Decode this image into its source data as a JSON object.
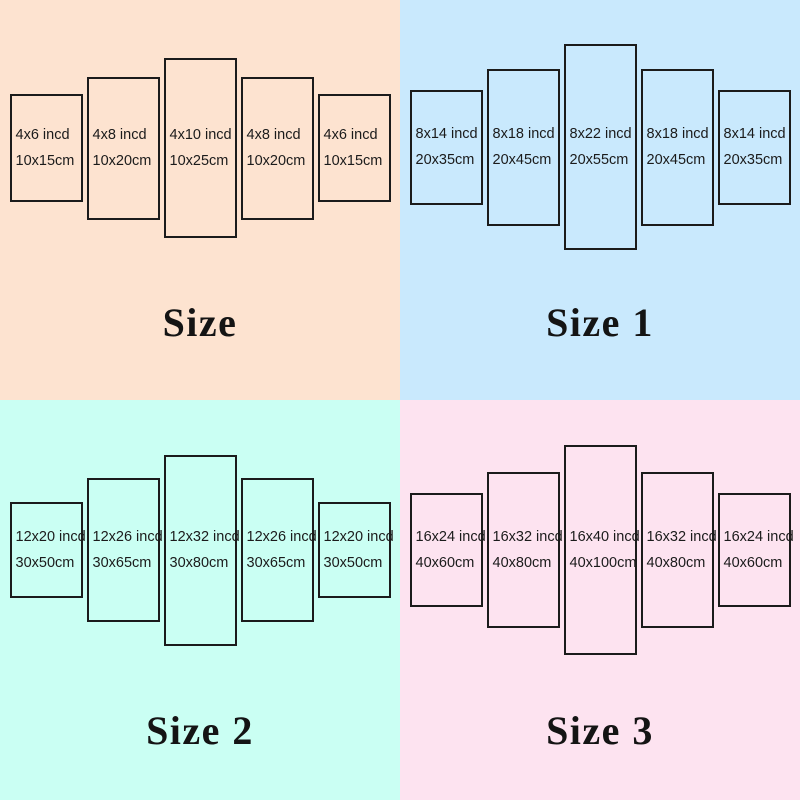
{
  "colors": {
    "quadrant_peach": "#fde3d0",
    "quadrant_blue": "#c9e9fd",
    "quadrant_cyan": "#cafff3",
    "quadrant_pink": "#fde3f0",
    "panel_border": "#1b1b1b",
    "text": "#1b1b1b"
  },
  "quadrants": [
    {
      "label": "Size",
      "bg": "#fde3d0",
      "panels": [
        {
          "inches": "4x6 incd",
          "cm": "10x15cm"
        },
        {
          "inches": "4x8 incd",
          "cm": "10x20cm"
        },
        {
          "inches": "4x10 incd",
          "cm": "10x25cm"
        },
        {
          "inches": "4x8 incd",
          "cm": "10x20cm"
        },
        {
          "inches": "4x6 incd",
          "cm": "10x15cm"
        }
      ]
    },
    {
      "label": "Size 1",
      "bg": "#c9e9fd",
      "panels": [
        {
          "inches": "8x14 incd",
          "cm": "20x35cm"
        },
        {
          "inches": "8x18 incd",
          "cm": "20x45cm"
        },
        {
          "inches": "8x22 incd",
          "cm": "20x55cm"
        },
        {
          "inches": "8x18 incd",
          "cm": "20x45cm"
        },
        {
          "inches": "8x14 incd",
          "cm": "20x35cm"
        }
      ]
    },
    {
      "label": "Size 2",
      "bg": "#cafff3",
      "panels": [
        {
          "inches": "12x20 incd",
          "cm": "30x50cm"
        },
        {
          "inches": "12x26 incd",
          "cm": "30x65cm"
        },
        {
          "inches": "12x32 incd",
          "cm": "30x80cm"
        },
        {
          "inches": "12x26 incd",
          "cm": "30x65cm"
        },
        {
          "inches": "12x20 incd",
          "cm": "30x50cm"
        }
      ]
    },
    {
      "label": "Size 3",
      "bg": "#fde3f0",
      "panels": [
        {
          "inches": "16x24 incd",
          "cm": "40x60cm"
        },
        {
          "inches": "16x32 incd",
          "cm": "40x80cm"
        },
        {
          "inches": "16x40 incd",
          "cm": "40x100cm"
        },
        {
          "inches": "16x32 incd",
          "cm": "40x80cm"
        },
        {
          "inches": "16x24 incd",
          "cm": "40x60cm"
        }
      ]
    }
  ]
}
